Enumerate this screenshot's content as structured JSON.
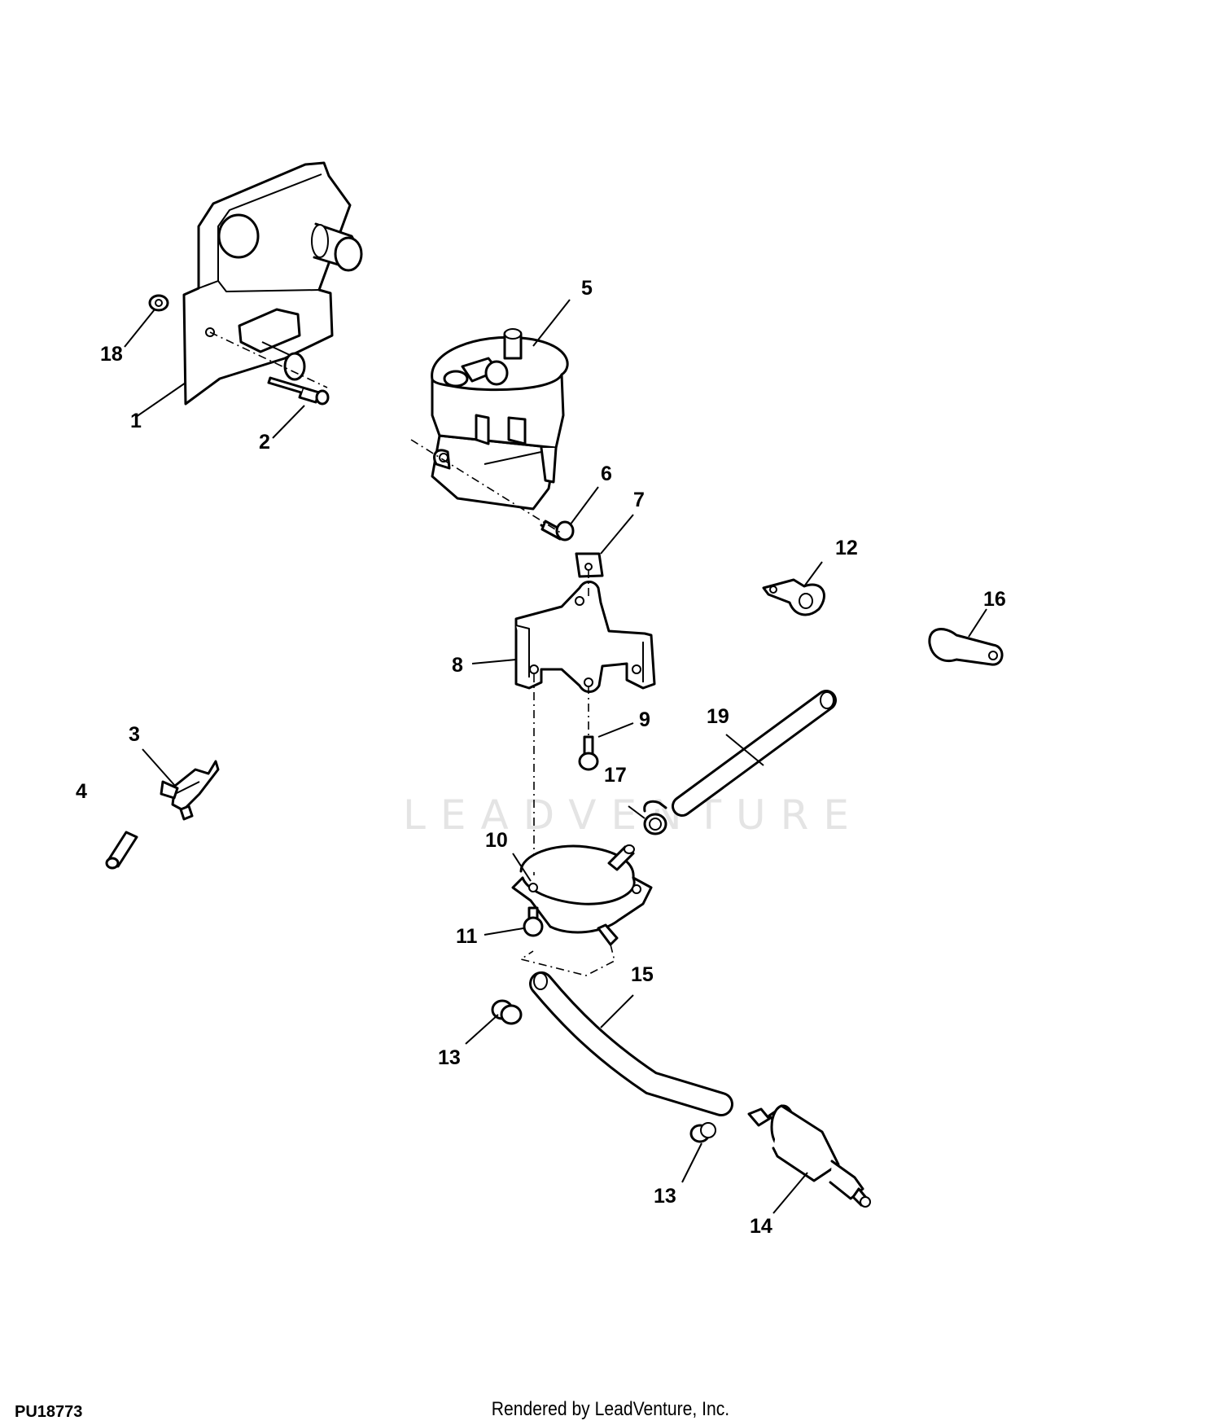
{
  "diagram": {
    "watermark_text": "LEADVENTURE",
    "figure_id": "PU18773",
    "render_credit": "Rendered by LeadVenture, Inc.",
    "callouts": {
      "c1": "1",
      "c2": "2",
      "c3": "3",
      "c4": "4",
      "c5": "5",
      "c6": "6",
      "c7": "7",
      "c8": "8",
      "c9": "9",
      "c10": "10",
      "c11": "11",
      "c12": "12",
      "c13a": "13",
      "c13b": "13",
      "c14": "14",
      "c15": "15",
      "c16": "16",
      "c17": "17",
      "c18": "18",
      "c19": "19"
    }
  }
}
